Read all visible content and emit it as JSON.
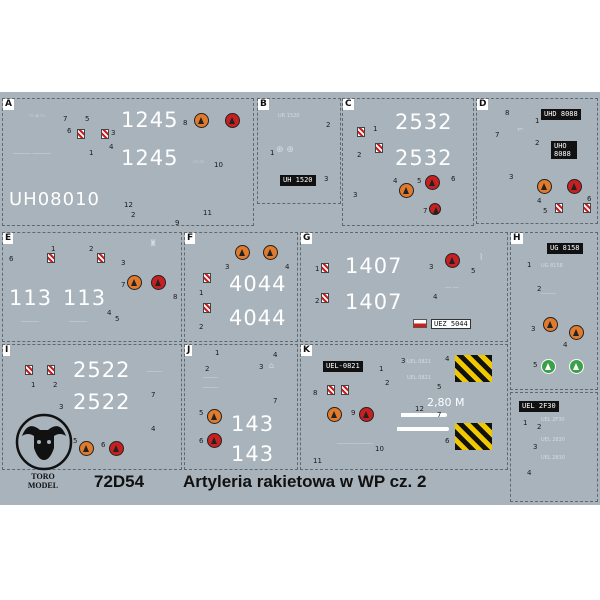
{
  "footer": {
    "code": "72D54",
    "title": "Artyleria rakietowa w WP cz. 2",
    "brand_line1": "TORO",
    "brand_line2": "MODEL"
  },
  "colors": {
    "sheet": "#a8b3bb",
    "roundel_orange": "#e07a2c",
    "roundel_red": "#c82020",
    "roundel_green": "#3aa04a",
    "hazard_yellow": "#f0c800"
  },
  "panels": {
    "A": {
      "label": "A",
      "n1": "1245",
      "n2": "1245",
      "reg": "UH08010",
      "c1": "1",
      "c2": "2",
      "c3": "3",
      "c4": "4",
      "c5": "5",
      "c6": "6",
      "c7": "7",
      "c8": "8",
      "c9": "9",
      "c10": "10",
      "c11": "11",
      "c12": "12"
    },
    "B": {
      "label": "B",
      "plate": "UH 1520",
      "c1": "1",
      "c2": "2",
      "c3": "3"
    },
    "C": {
      "label": "C",
      "n1": "2532",
      "n2": "2532",
      "c1": "1",
      "c2": "2",
      "c3": "3",
      "c4": "4",
      "c5": "5",
      "c6": "6",
      "c7": "7"
    },
    "D": {
      "label": "D",
      "plate1": "UHD 8088",
      "plate2": "UHO 8088",
      "c1": "1",
      "c2": "2",
      "c3": "3",
      "c4": "4",
      "c5": "5",
      "c6": "6",
      "c7": "7",
      "c8": "8"
    },
    "E": {
      "label": "E",
      "n1": "113",
      "n2": "113",
      "c1": "1",
      "c2": "2",
      "c3": "3",
      "c4": "4",
      "c5": "5",
      "c6": "6",
      "c7": "7",
      "c8": "8"
    },
    "F": {
      "label": "F",
      "n1": "4044",
      "n2": "4044",
      "c1": "1",
      "c2": "2",
      "c3": "3",
      "c4": "4"
    },
    "G": {
      "label": "G",
      "n1": "1407",
      "n2": "1407",
      "plate": "UEZ 5044",
      "c1": "1",
      "c2": "2",
      "c3": "3",
      "c4": "4",
      "c5": "5"
    },
    "H": {
      "label": "H",
      "plate": "UG 8158",
      "c1": "1",
      "c2": "2",
      "c3": "3",
      "c4": "4",
      "c5": "5"
    },
    "I": {
      "label": "I",
      "n1": "2522",
      "n2": "2522",
      "c1": "1",
      "c2": "2",
      "c3": "3",
      "c4": "4",
      "c5": "5",
      "c6": "6",
      "c7": "7"
    },
    "J": {
      "label": "J",
      "n1": "143",
      "n2": "143",
      "c1": "1",
      "c2": "2",
      "c3": "3",
      "c4": "4",
      "c5": "5",
      "c6": "6",
      "c7": "7"
    },
    "K": {
      "label": "K",
      "plate": "UEL-0821",
      "badge": "2,80 M",
      "c1": "1",
      "c2": "2",
      "c3": "3",
      "c4": "4",
      "c5": "5",
      "c6": "6",
      "c7": "7",
      "c8": "8",
      "c9": "9",
      "c10": "10",
      "c11": "11",
      "c12": "12"
    },
    "L": {
      "plate": "UEL 2F30",
      "c1": "1",
      "c2": "2",
      "c3": "3",
      "c4": "4"
    }
  }
}
